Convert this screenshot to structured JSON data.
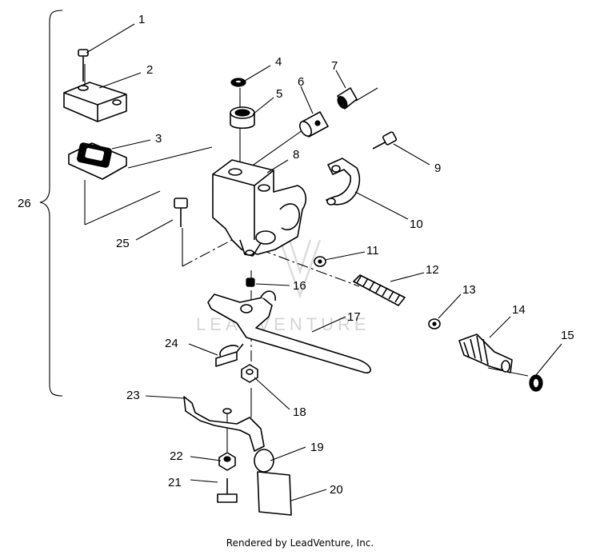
{
  "diagram": {
    "part_numbers": [
      "1",
      "2",
      "3",
      "4",
      "5",
      "6",
      "7",
      "8",
      "9",
      "10",
      "11",
      "12",
      "13",
      "14",
      "15",
      "16",
      "17",
      "18",
      "19",
      "20",
      "21",
      "22",
      "23",
      "24",
      "25",
      "26"
    ],
    "watermark": "LEADVENTURE"
  },
  "footer": {
    "text": "Rendered by LeadVenture, Inc."
  },
  "colors": {
    "line": "#000000",
    "background": "#ffffff",
    "watermark": "#d4d4d4"
  }
}
